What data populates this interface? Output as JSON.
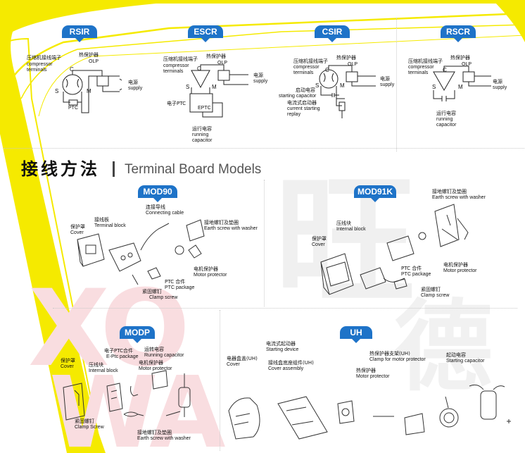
{
  "diagrams": {
    "rsir": {
      "badge": "RSIR",
      "compressor_zh": "压缩机接线端子",
      "compressor_en": "compressor\nterminals",
      "olp_zh": "热保护器",
      "olp_en": "OLP",
      "supply_zh": "电源",
      "supply_en": "supply",
      "ptc": "PTC",
      "c": "C",
      "s": "S",
      "m": "M"
    },
    "escr": {
      "badge": "ESCR",
      "compressor_zh": "压缩机接线端子",
      "compressor_en": "compressor\nterminals",
      "olp_zh": "热保护器",
      "olp_en": "OLP",
      "supply_zh": "电源",
      "supply_en": "supply",
      "eptc_zh": "电子PTC",
      "eptc": "EPTC",
      "cap_zh": "运行电容",
      "cap_en": "running\ncapacitor",
      "c": "C",
      "s": "S",
      "m": "M"
    },
    "csir": {
      "badge": "CSIR",
      "compressor_zh": "压缩机接线端子",
      "compressor_en": "compressor\nterminals",
      "olp_zh": "热保护器",
      "olp_en": "OLP",
      "supply_zh": "电源",
      "supply_en": "supply",
      "start_cap_zh": "启动电容",
      "start_cap_en": "starting capacitor",
      "relay_zh": "电流式启动器",
      "relay_en": "current starting\nreplay",
      "c": "C",
      "s": "S",
      "m": "M"
    },
    "rscr": {
      "badge": "RSCR",
      "compressor_zh": "压缩机接线端子",
      "compressor_en": "compressor\nterminals",
      "olp_zh": "热保护器",
      "olp_en": "OLP",
      "supply_zh": "电源",
      "supply_en": "supply",
      "cap_zh": "运行电容",
      "cap_en": "running\ncapacitor",
      "c": "C",
      "s": "S",
      "m": "M"
    }
  },
  "section": {
    "title_zh": "接线方法",
    "title_en": "Terminal Board Models"
  },
  "models": {
    "mod90": {
      "badge": "MOD90",
      "cable_zh": "连接导线",
      "cable_en": "Connecting cable",
      "cover_zh": "保护罩",
      "cover_en": "Cover",
      "block_zh": "接线板",
      "block_en": "Terminal block",
      "earth_zh": "接地螺钉及垫圈",
      "earth_en": "Earth screw with washer",
      "motor_zh": "电机保护器",
      "motor_en": "Motor protector",
      "ptc_zh": "PTC 合件",
      "ptc_en": "PTC package",
      "clamp_zh": "紧固螺钉",
      "clamp_en": "Clamp screw"
    },
    "mod91k": {
      "badge": "MOD91K",
      "earth_zh": "接地螺钉及垫圈",
      "earth_en": "Earth screw with washer",
      "block_zh": "压线块",
      "block_en": "Internal block",
      "cover_zh": "保护罩",
      "cover_en": "Cover",
      "ptc_zh": "PTC 合件",
      "ptc_en": "PTC package",
      "motor_zh": "电机保护器",
      "motor_en": "Motor protector",
      "clamp_zh": "紧固螺钉",
      "clamp_en": "Clamp screw"
    },
    "modp": {
      "badge": "MODP",
      "ptc_zh": "电子PTC合件",
      "ptc_en": "E-Ptc package",
      "cap_zh": "运转电容",
      "cap_en": "Running capacitor",
      "cover_zh": "保护罩",
      "cover_en": "Cover",
      "block_zh": "压线块",
      "block_en": "Internal block",
      "motor_zh": "电机保护器",
      "motor_en": "Motor protector",
      "clamp_zh": "紧固螺钉",
      "clamp_en": "Clamp Screw",
      "earth_zh": "接地螺钉及垫圈",
      "earth_en": "Earth screw with washer"
    },
    "uh": {
      "badge": "UH",
      "starter_zh": "电流式起动器",
      "starter_en": "Starting device",
      "cover_zh": "电器盒盖(UH)",
      "cover_en": "Cover",
      "assembly_zh": "接线盒底座组件(UH)",
      "assembly_en": "Cover assembly",
      "clamp_zh": "热保护器支架(UH)",
      "clamp_en": "Clamp for motor protector",
      "protector_zh": "热保护器",
      "protector_en": "Motor protector",
      "cap_zh": "起动电容",
      "cap_en": "Starting capacitor"
    }
  },
  "colors": {
    "accent": "#1e73c8",
    "yellow": "#f5ea00",
    "watermark_gray": "#eeeeee",
    "watermark_pink": "#f7d6d9"
  }
}
